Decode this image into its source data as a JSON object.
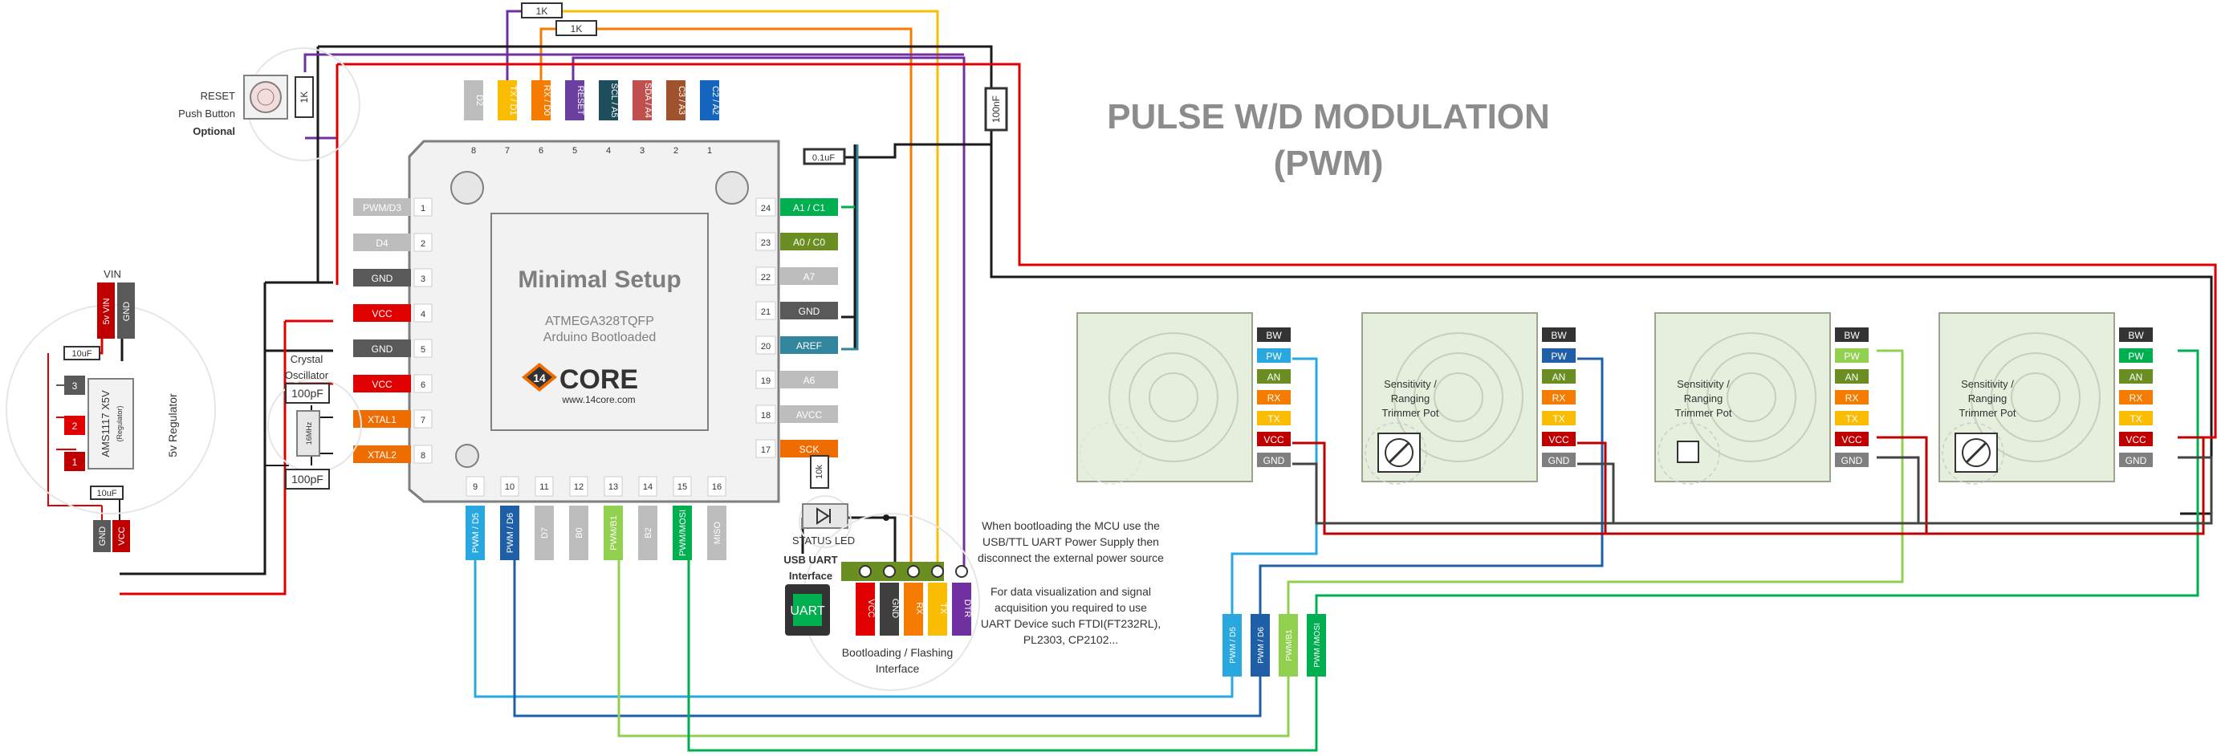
{
  "title": {
    "line1": "PULSE W/D MODULATION",
    "line2": "(PWM)"
  },
  "chip": {
    "name": "Minimal Setup",
    "model": "ATMEGA328TQFP",
    "bootloader": "Arduino Bootloaded",
    "logo_text": "CORE",
    "logo_prefix": "14",
    "logo_url": "www.14core.com"
  },
  "top_pins": [
    {
      "label": "D2",
      "num": "8",
      "color": "#bdbdbd"
    },
    {
      "label": "TX / D1",
      "num": "7",
      "color": "#fbbc04"
    },
    {
      "label": "RX / D0",
      "num": "6",
      "color": "#f57c00"
    },
    {
      "label": "RESET",
      "num": "5",
      "color": "#6a3fa0"
    },
    {
      "label": "SCL / A5",
      "num": "4",
      "color": "#1e4d5c"
    },
    {
      "label": "SDA / A4",
      "num": "3",
      "color": "#c0504d"
    },
    {
      "label": "C3 / A3",
      "num": "2",
      "color": "#a0522d"
    },
    {
      "label": "C2 / A2",
      "num": "1",
      "color": "#1565c0"
    }
  ],
  "left_pins": [
    {
      "label": "PWM/D3",
      "num": "1",
      "color": "#bdbdbd"
    },
    {
      "label": "D4",
      "num": "2",
      "color": "#bdbdbd"
    },
    {
      "label": "GND",
      "num": "3",
      "color": "#595959"
    },
    {
      "label": "VCC",
      "num": "4",
      "color": "#e00000"
    },
    {
      "label": "GND",
      "num": "5",
      "color": "#595959"
    },
    {
      "label": "VCC",
      "num": "6",
      "color": "#e00000"
    },
    {
      "label": "XTAL1",
      "num": "7",
      "color": "#ef6c00"
    },
    {
      "label": "XTAL2",
      "num": "8",
      "color": "#ef6c00"
    }
  ],
  "right_pins": [
    {
      "label": "A1 / C1",
      "num": "24",
      "color": "#00b050"
    },
    {
      "label": "A0 / C0",
      "num": "23",
      "color": "#6b8e23"
    },
    {
      "label": "A7",
      "num": "22",
      "color": "#bdbdbd"
    },
    {
      "label": "GND",
      "num": "21",
      "color": "#595959"
    },
    {
      "label": "AREF",
      "num": "20",
      "color": "#31859c"
    },
    {
      "label": "A6",
      "num": "19",
      "color": "#bdbdbd"
    },
    {
      "label": "AVCC",
      "num": "18",
      "color": "#bdbdbd"
    },
    {
      "label": "SCK",
      "num": "17",
      "color": "#ef6c00"
    }
  ],
  "bottom_pins": [
    {
      "label": "PWM / D5",
      "num": "9",
      "color": "#29a8e0"
    },
    {
      "label": "PWM / D6",
      "num": "10",
      "color": "#1f5fa8"
    },
    {
      "label": "D7",
      "num": "11",
      "color": "#bdbdbd"
    },
    {
      "label": "B0",
      "num": "12",
      "color": "#bdbdbd"
    },
    {
      "label": "PWM/B1",
      "num": "13",
      "color": "#92d050"
    },
    {
      "label": "B2",
      "num": "14",
      "color": "#bdbdbd"
    },
    {
      "label": "PWM/MOSI",
      "num": "15",
      "color": "#00b050"
    },
    {
      "label": "MISO",
      "num": "16",
      "color": "#bdbdbd"
    }
  ],
  "resistors": {
    "r1": "1K",
    "r2": "1K",
    "r3": "1K",
    "r4": "10k"
  },
  "capacitors": {
    "c1": "100nF",
    "c2": "0.1uF",
    "c3": "100pF",
    "c4": "100pF",
    "c5": "10uF",
    "c6": "10uF"
  },
  "reset": {
    "line1": "RESET",
    "line2": "Push Button",
    "line3": "Optional"
  },
  "crystal": {
    "line1": "Crystal",
    "line2": "Oscillator",
    "freq": "16MHz"
  },
  "status_led": "STATUS LED",
  "regulator": {
    "vin": "VIN",
    "vin_pin": "5v  VIN",
    "gnd_pin": "GND",
    "chip": "AMS1117 X5V",
    "chip_sub": "(Regulator)",
    "side": "5v Regulator",
    "pin3": "3",
    "pin2": "2",
    "pin1": "1",
    "out_gnd": "GND",
    "out_vcc": "VCC"
  },
  "uart": {
    "title1": "USB UART",
    "title2": "Interface",
    "chip": "UART",
    "pins": [
      {
        "label": "VCC",
        "color": "#e00000"
      },
      {
        "label": "GND",
        "color": "#404040"
      },
      {
        "label": "RX",
        "color": "#f57c00"
      },
      {
        "label": "TX",
        "color": "#fbbc04"
      },
      {
        "label": "DTR",
        "color": "#7030a0"
      }
    ],
    "caption1": "Bootloading / Flashing",
    "caption2": "Interface"
  },
  "notes": {
    "n1": "When bootloading the MCU use the",
    "n2": "USB/TTL UART Power Supply then",
    "n3": "disconnect the external power source",
    "n4": "For data visualization and signal",
    "n5": "acquisition you required to use",
    "n6": "UART Device such FTDI(FT232RL),",
    "n7": "PL2303, CP2102..."
  },
  "sensor_pins": [
    {
      "label": "BW",
      "color": "#333333"
    },
    {
      "label": "PW",
      "color": "#29a8e0"
    },
    {
      "label": "AN",
      "color": "#6b8e23"
    },
    {
      "label": "RX",
      "color": "#f57c00"
    },
    {
      "label": "TX",
      "color": "#fbbc04"
    },
    {
      "label": "VCC",
      "color": "#c00000"
    },
    {
      "label": "GND",
      "color": "#7f7f7f"
    }
  ],
  "sensors": [
    {
      "trimmer1": "",
      "trimmer2": "",
      "trimmer3": "",
      "pw_color": "#29a8e0"
    },
    {
      "trimmer1": "Sensitivity /",
      "trimmer2": "Ranging",
      "trimmer3": "Trimmer Pot",
      "pw_color": "#1f5fa8"
    },
    {
      "trimmer1": "Sensitivity /",
      "trimmer2": "Ranging",
      "trimmer3": "Trimmer Pot",
      "pw_color": "#92d050"
    },
    {
      "trimmer1": "Sensitivity /",
      "trimmer2": "Ranging",
      "trimmer3": "Trimmer Pot",
      "pw_color": "#00b050"
    }
  ],
  "pwm_connectors": [
    {
      "label": "PWM / D5",
      "color": "#29a8e0"
    },
    {
      "label": "PWM / D6",
      "color": "#1f5fa8"
    },
    {
      "label": "PWM/B1",
      "color": "#92d050"
    },
    {
      "label": "PWM /MOSI",
      "color": "#00b050"
    }
  ]
}
